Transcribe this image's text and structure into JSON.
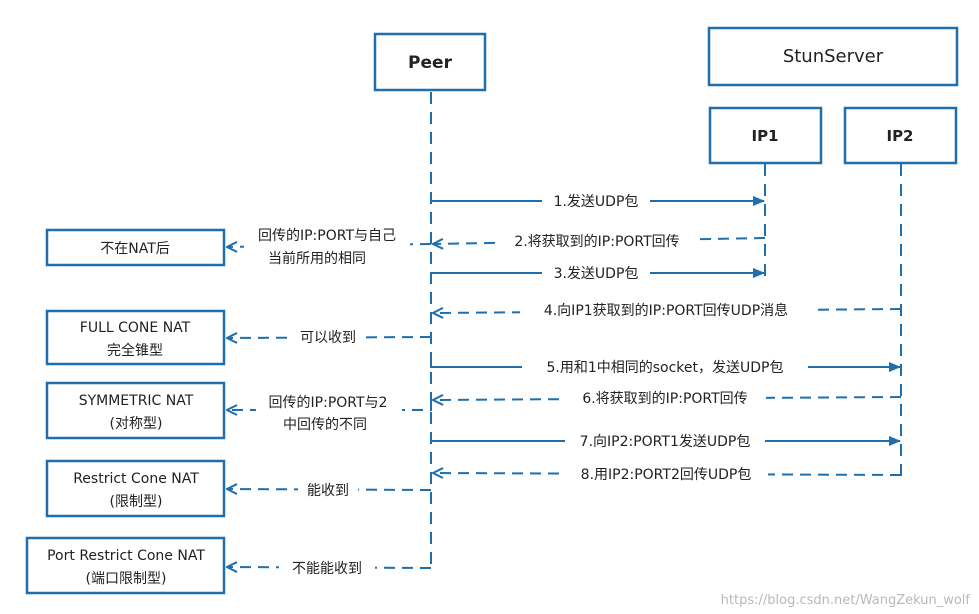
{
  "participants": {
    "peer": "Peer",
    "stun_server": "StunServer",
    "ip1": "IP1",
    "ip2": "IP2"
  },
  "messages": {
    "m1": "1.发送UDP包",
    "m2": "2.将获取到的IP:PORT回传",
    "m3": "3.发送UDP包",
    "m4": "4.向IP1获取到的IP:PORT回传UDP消息",
    "m5": "5.用和1中相同的socket，发送UDP包",
    "m6": "6.将获取到的IP:PORT回传",
    "m7": "7.向IP2:PORT1发送UDP包",
    "m8": "8.用IP2:PORT2回传UDP包"
  },
  "conditions": {
    "c1_line1": "回传的IP:PORT与自己",
    "c1_line2": "当前所用的相同",
    "c2": "可以收到",
    "c3_line1": "回传的IP:PORT与2",
    "c3_line2": "中回传的不同",
    "c4": "能收到",
    "c5": "不能能收到"
  },
  "results": {
    "r1": "不在NAT后",
    "r2_line1": "FULL CONE NAT",
    "r2_line2": "完全锥型",
    "r3_line1": "SYMMETRIC NAT",
    "r3_line2": "(对称型)",
    "r4_line1": "Restrict Cone NAT",
    "r4_line2": "(限制型)",
    "r5_line1": "Port Restrict Cone NAT",
    "r5_line2": "(端口限制型)"
  },
  "watermark": "https://blog.csdn.net/WangZekun_wolf",
  "colors": {
    "line": "#1f6fae",
    "text": "#222222",
    "watermark": "#b8b8b8"
  }
}
